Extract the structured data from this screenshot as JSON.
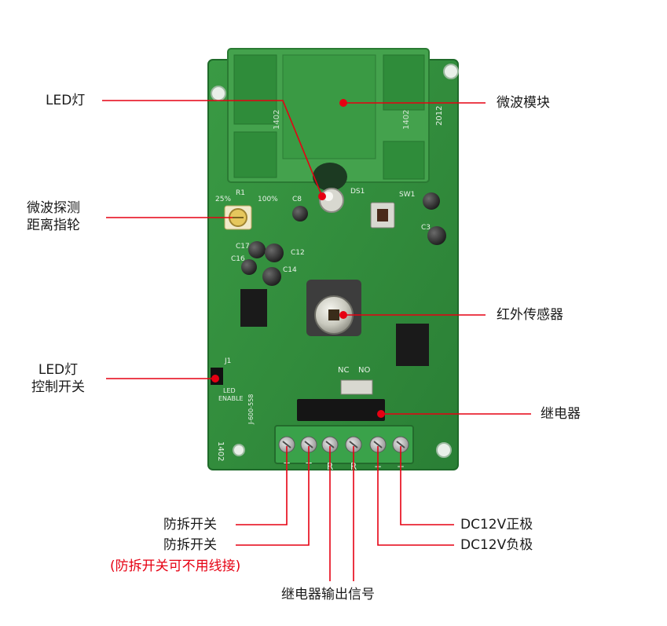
{
  "labels": {
    "led_light": "LED灯",
    "microwave_module": "微波模块",
    "microwave_range_knob": [
      "微波探测",
      "距离指轮"
    ],
    "infrared_sensor": "红外传感器",
    "led_switch": [
      "LED灯",
      "控制开关"
    ],
    "relay": "继电器",
    "tamper_switch_1": "防拆开关",
    "tamper_switch_2": "防拆开关",
    "tamper_note": "(防拆开关可不用线接)",
    "dc_positive": "DC12V正极",
    "dc_negative": "DC12V负极",
    "relay_output": "继电器输出信号"
  },
  "board_silkscreen": {
    "r1": "R1",
    "pct_25": "25%",
    "pct_100": "100%",
    "c8": "C8",
    "c12": "C12",
    "c14": "C14",
    "c16": "C16",
    "c17": "C17",
    "c3": "C3",
    "ds1": "DS1",
    "sw1": "SW1",
    "j1": "J1",
    "led_enable": [
      "LED",
      "ENABLE"
    ],
    "nc": "NC",
    "no": "NO",
    "terminals": [
      "T",
      "T",
      "R",
      "R",
      "−",
      "+"
    ],
    "module_code": "1402",
    "module_year": "2012",
    "side_code": "1402",
    "part_code": "J-600-558"
  },
  "colors": {
    "board_green": "#2f8a3a",
    "module_green": "#3c9a45",
    "leader_red": "#e60012",
    "terminal_green": "#3aa24a"
  }
}
